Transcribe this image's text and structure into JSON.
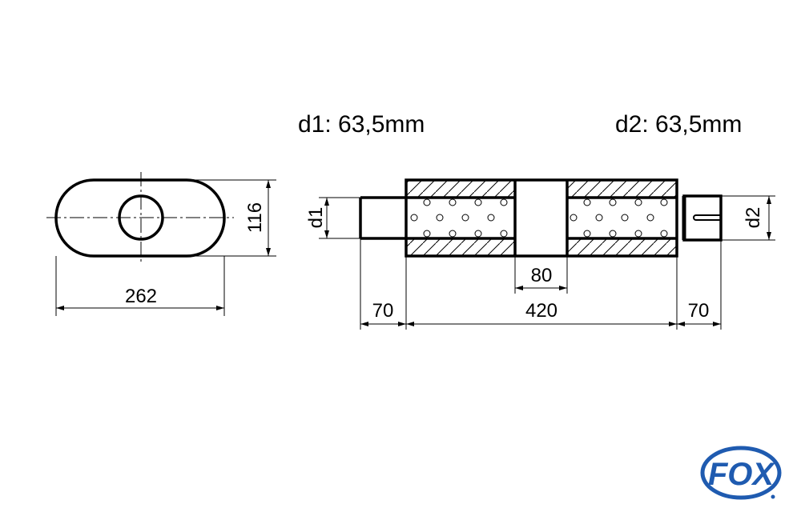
{
  "header": {
    "d1_label": "d1: 63,5mm",
    "d2_label": "d2: 63,5mm"
  },
  "side_view": {
    "width_dim": "262",
    "height_dim": "116"
  },
  "front_view": {
    "d1_dim": "d1",
    "d2_dim": "d2",
    "inlet_length": "70",
    "body_length": "420",
    "center_chamber": "80",
    "outlet_length": "70"
  },
  "logo": {
    "text": "FOX",
    "color": "#1f5bb0"
  }
}
